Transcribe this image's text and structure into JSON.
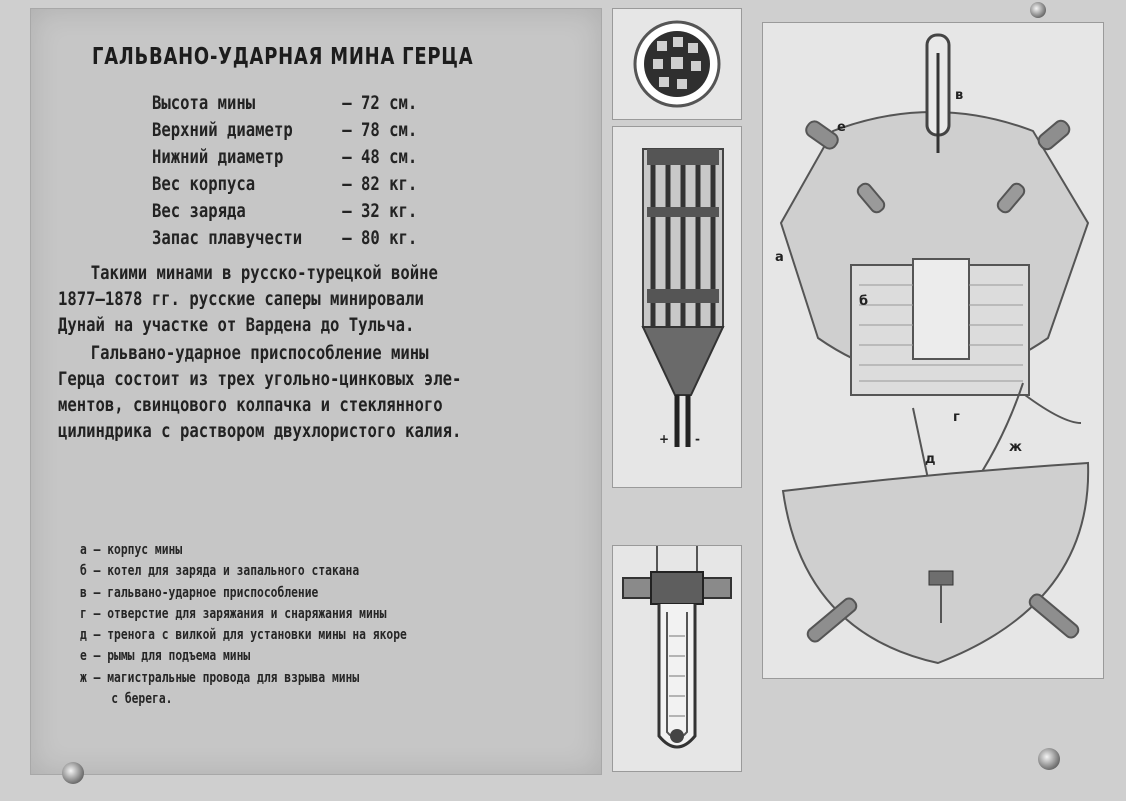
{
  "title": "ГАЛЬВАНО-УДАРНАЯ МИНА ГЕРЦА",
  "specs": [
    {
      "label": "Высота мины",
      "value": "— 72 см."
    },
    {
      "label": "Верхний диаметр",
      "value": "— 78 см."
    },
    {
      "label": "Нижний диаметр",
      "value": "— 48 см."
    },
    {
      "label": "Вес корпуса",
      "value": "— 82 кг."
    },
    {
      "label": "Вес заряда",
      "value": "— 32 кг."
    },
    {
      "label": "Запас плавучести",
      "value": "— 80 кг."
    }
  ],
  "paragraph1": [
    "Такими минами в русско-турецкой войне",
    "1877—1878 гг. русские саперы минировали",
    "Дунай на участке от Вардена до Тульча."
  ],
  "paragraph2": [
    "Гальвано-ударное приспособление мины",
    "Герца состоит из трех угольно-цинковых эле-",
    "ментов, свинцового колпачка и стеклянного",
    "цилиндрика с раствором двухлористого калия."
  ],
  "legend": [
    "а — корпус мины",
    "б — котел для заряда и запального стакана",
    "в — гальвано-ударное приспособление",
    "г — отверстие для заряжания и снаряжания мины",
    "д — тренога с вилкой для установки мины на якоре",
    "е — рымы для подъема мины",
    "ж — магистральные провода для взрыва мины",
    "    с берега."
  ],
  "diagram_labels": {
    "a": "а",
    "b": "б",
    "v": "в",
    "g": "г",
    "d": "д",
    "e": "е",
    "zh": "ж",
    "plus": "+",
    "minus": "-"
  }
}
